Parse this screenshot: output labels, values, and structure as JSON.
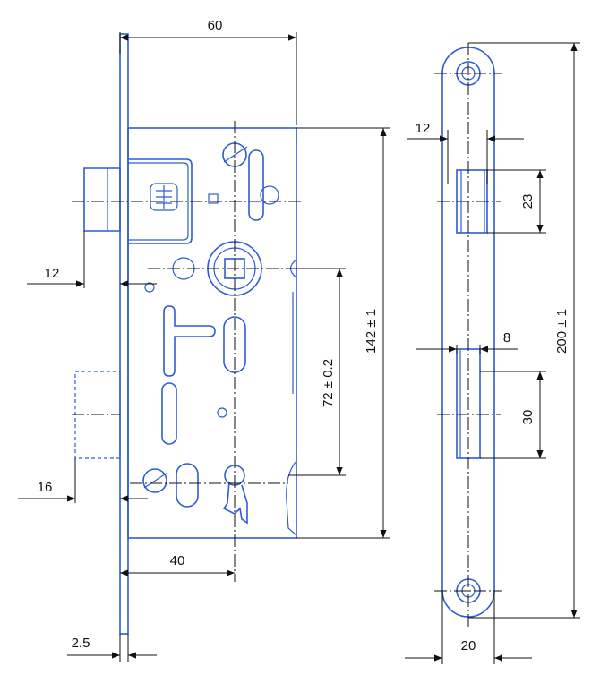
{
  "diagram": {
    "accent_color": "#2e5bd6",
    "line_color": "#111111",
    "dimensions": {
      "width_60": "60",
      "backset_12": "12",
      "offset_16": "16",
      "distance_40": "40",
      "plate_2_5": "2.5",
      "height_142": "142 ± 1",
      "centers_72": "72 ± 0.2",
      "strike_12": "12",
      "strike_23": "23",
      "strike_8": "8",
      "strike_30": "30",
      "strike_200": "200 ± 1",
      "strike_20": "20"
    }
  }
}
